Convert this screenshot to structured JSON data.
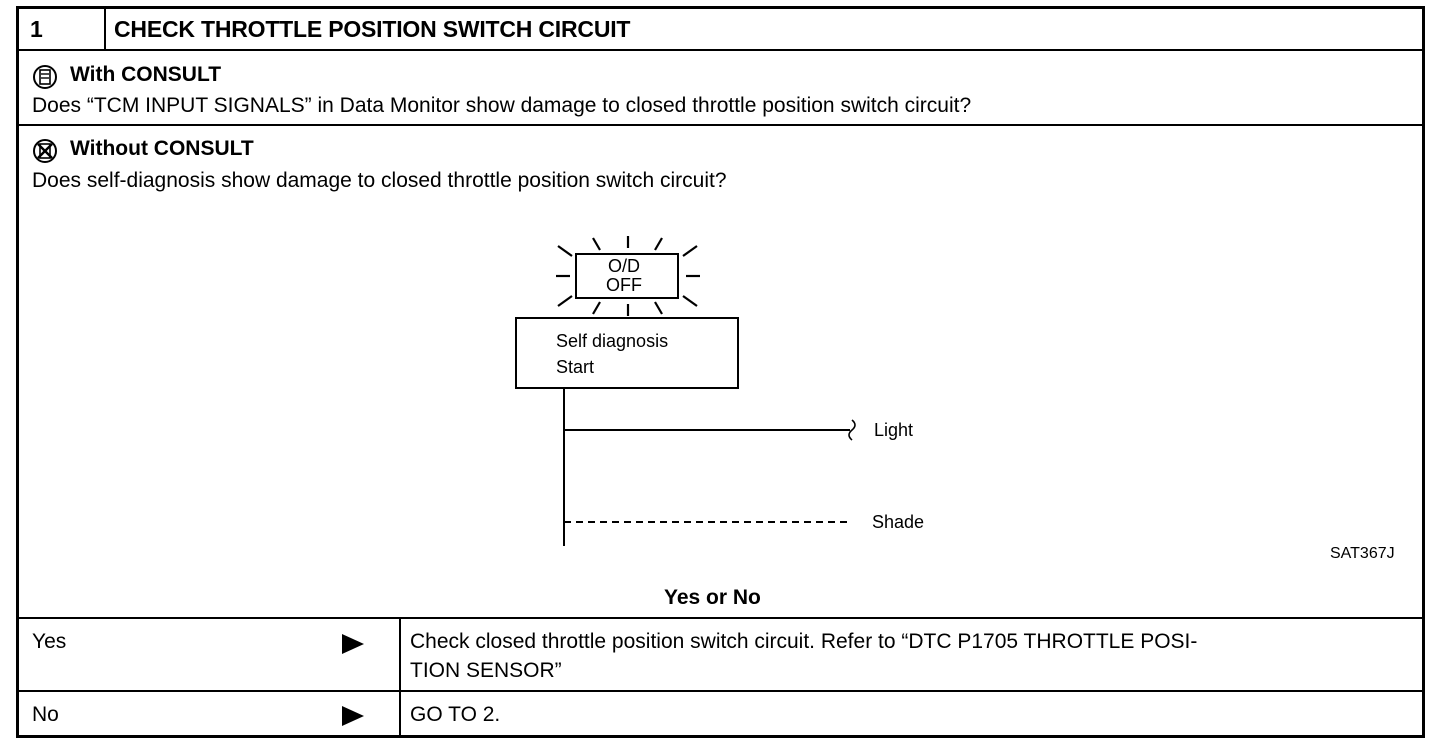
{
  "step": {
    "number": "1",
    "title": "CHECK THROTTLE POSITION SWITCH CIRCUIT"
  },
  "with_consult": {
    "heading": "With CONSULT",
    "question": "Does “TCM INPUT SIGNALS” in Data Monitor show damage to closed throttle position switch circuit?"
  },
  "without_consult": {
    "heading": "Without CONSULT",
    "question": "Does self-diagnosis show damage to closed throttle position switch circuit?"
  },
  "diagram": {
    "lamp_line1": "O/D",
    "lamp_line2": "OFF",
    "box_line1": "Self  diagnosis",
    "box_line2": "Start",
    "light_label": "Light",
    "shade_label": "Shade",
    "ref_code": "SAT367J"
  },
  "prompt": "Yes or No",
  "answers": [
    {
      "label": "Yes",
      "action_line1": "Check closed throttle position switch circuit. Refer to “DTC P1705 THROTTLE POSI-",
      "action_line2": "TION SENSOR”"
    },
    {
      "label": "No",
      "action_line1": "GO TO 2."
    }
  ]
}
